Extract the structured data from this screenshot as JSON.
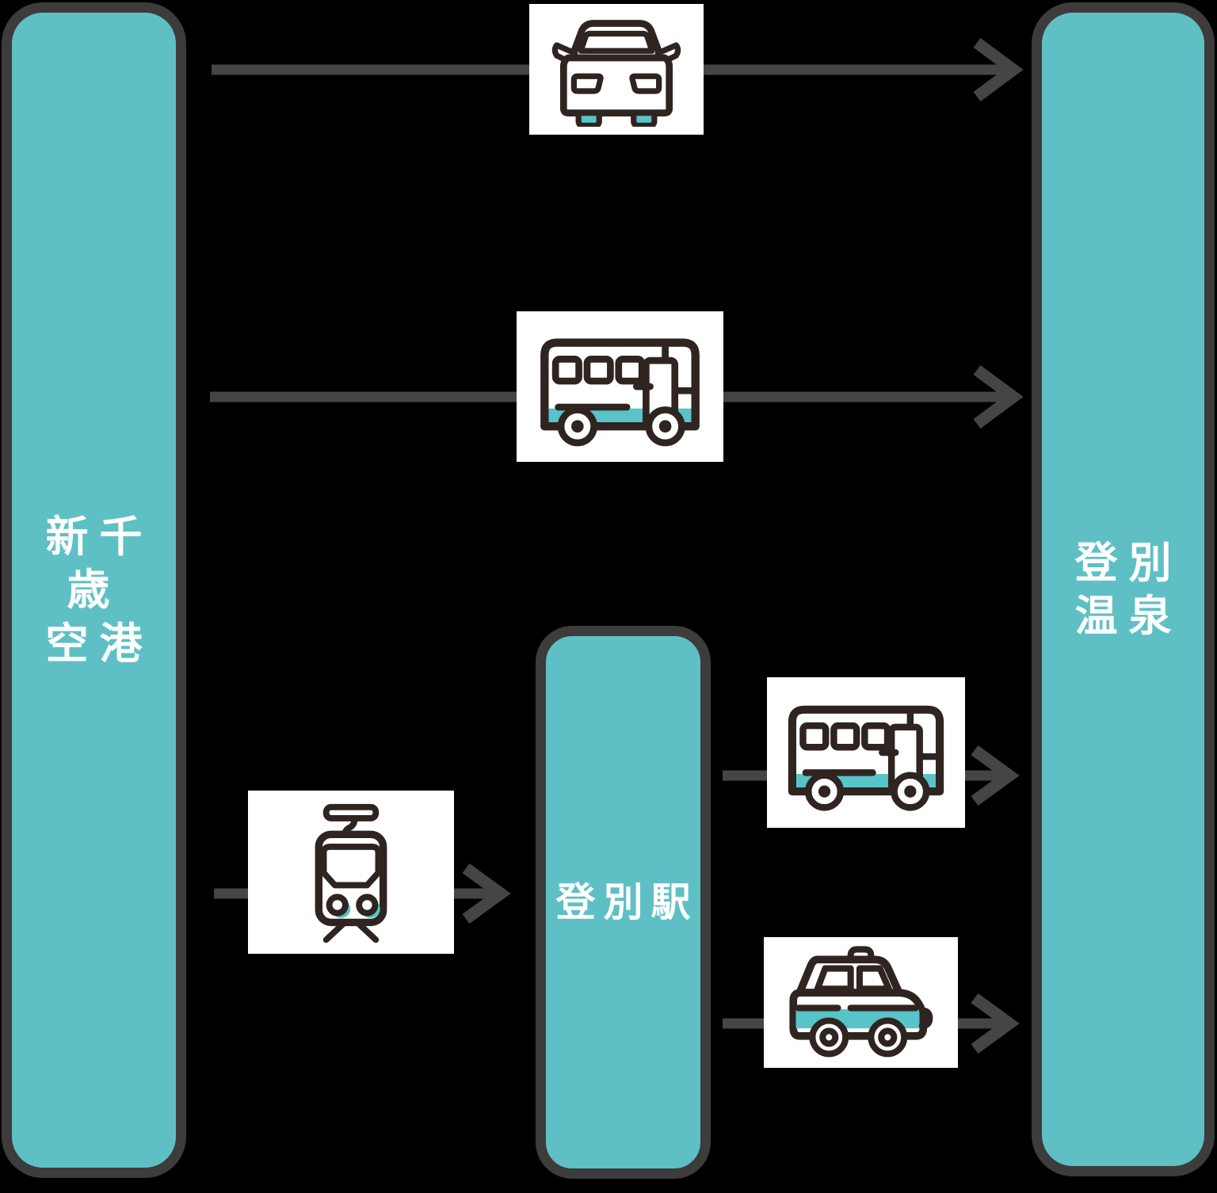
{
  "diagram": {
    "type": "transport-route-diagram",
    "nodes": {
      "airport": {
        "line1": "新千歳",
        "line2": "空港",
        "full_name": "新千歳空港"
      },
      "station": {
        "label": "登別駅"
      },
      "onsen": {
        "line1": "登別",
        "line2": "温泉",
        "full_name": "登別温泉"
      }
    },
    "routes": [
      {
        "from": "新千歳空港",
        "to": "登別温泉",
        "mode": "car",
        "icon": "car-icon"
      },
      {
        "from": "新千歳空港",
        "to": "登別温泉",
        "mode": "bus",
        "icon": "bus-icon"
      },
      {
        "from": "新千歳空港",
        "to": "登別駅",
        "mode": "train",
        "icon": "train-icon"
      },
      {
        "from": "登別駅",
        "to": "登別温泉",
        "mode": "bus",
        "icon": "bus-icon"
      },
      {
        "from": "登別駅",
        "to": "登別温泉",
        "mode": "taxi",
        "icon": "taxi-icon"
      }
    ],
    "colors": {
      "background": "#000000",
      "pillar_fill": "#5ec0c4",
      "pillar_border": "#3d3b3b",
      "arrow": "#454545",
      "icon_outline": "#2f2420",
      "icon_accent": "#58c3c8",
      "card_background": "#ffffff",
      "label_text": "#ffffff"
    }
  }
}
